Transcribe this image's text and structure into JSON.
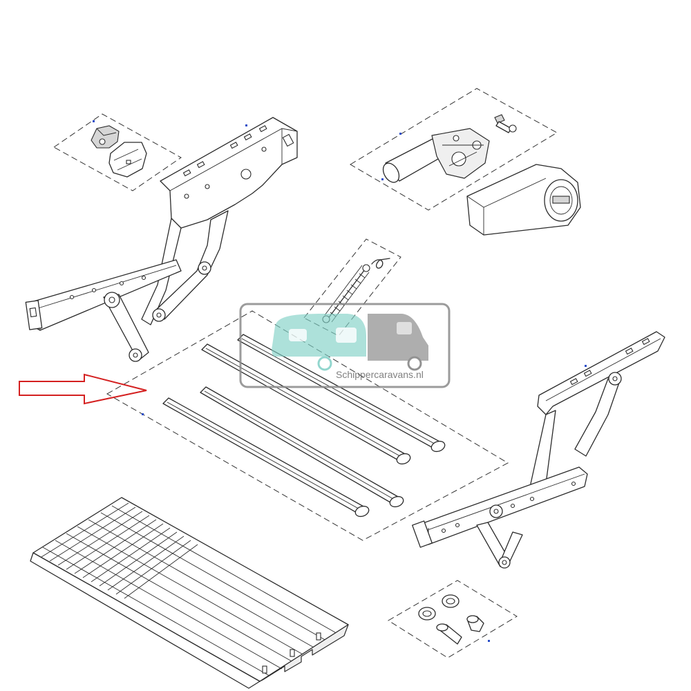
{
  "watermark": {
    "text": "Schippercaravans.nl",
    "caravan_color": "#7fd0c6",
    "camper_color": "#808080"
  },
  "arrow": {
    "color": "#d42020"
  },
  "parts": [
    {
      "name": "bracket-cover-kit"
    },
    {
      "name": "left-hinge-arm"
    },
    {
      "name": "motor-assembly-kit"
    },
    {
      "name": "spring-kit"
    },
    {
      "name": "profile-rails-kit"
    },
    {
      "name": "right-hinge-arm"
    },
    {
      "name": "step-tread"
    },
    {
      "name": "bushing-kit"
    }
  ]
}
